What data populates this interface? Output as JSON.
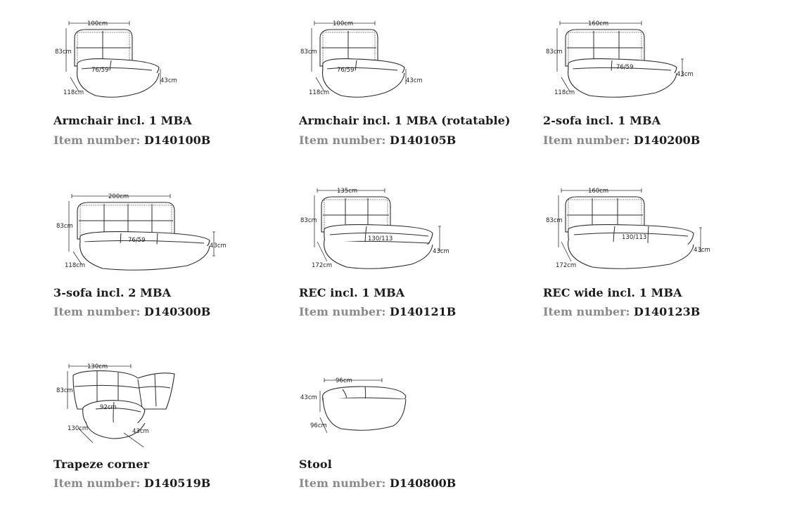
{
  "products": [
    {
      "id": "armchair",
      "title": "Armchair incl. 1 MBA",
      "item_label": "Item number:",
      "item_number": "D140100B",
      "dims": {
        "width": "100cm",
        "height": "83cm",
        "depth": "118cm",
        "seat_height": "43cm",
        "seat_depth": "76/59"
      }
    },
    {
      "id": "armchair-rotatable",
      "title": "Armchair incl. 1 MBA (rotatable)",
      "item_label": "Item number:",
      "item_number": "D140105B",
      "dims": {
        "width": "100cm",
        "height": "83cm",
        "depth": "118cm",
        "seat_height": "43cm",
        "seat_depth": "76/59"
      }
    },
    {
      "id": "sofa-2",
      "title": "2-sofa incl. 1 MBA",
      "item_label": "Item number:",
      "item_number": "D140200B",
      "dims": {
        "width": "160cm",
        "height": "83cm",
        "depth": "118cm",
        "seat_height": "43cm",
        "seat_depth": "76/59"
      }
    },
    {
      "id": "sofa-3",
      "title": "3-sofa incl. 2 MBA",
      "item_label": "Item number:",
      "item_number": "D140300B",
      "dims": {
        "width": "200cm",
        "height": "83cm",
        "depth": "118cm",
        "seat_height": "43cm",
        "seat_depth": "76/59"
      }
    },
    {
      "id": "rec",
      "title": "REC incl. 1 MBA",
      "item_label": "Item number:",
      "item_number": "D140121B",
      "dims": {
        "width": "135cm",
        "height": "83cm",
        "depth": "172cm",
        "seat_height": "43cm",
        "seat_depth": "130/113"
      }
    },
    {
      "id": "rec-wide",
      "title": "REC wide incl. 1 MBA",
      "item_label": "Item number:",
      "item_number": "D140123B",
      "dims": {
        "width": "160cm",
        "height": "83cm",
        "depth": "172cm",
        "seat_height": "43cm",
        "seat_depth": "130/113"
      }
    },
    {
      "id": "trapeze-corner",
      "title": "Trapeze corner",
      "item_label": "Item number:",
      "item_number": "D140519B",
      "dims": {
        "width": "130cm",
        "height": "83cm",
        "depth": "130cm",
        "seat_height": "43cm",
        "seat_depth": "92cm"
      }
    },
    {
      "id": "stool",
      "title": "Stool",
      "item_label": "Item number:",
      "item_number": "D140800B",
      "dims": {
        "width": "96cm",
        "height": "43cm",
        "depth": "96cm"
      }
    }
  ]
}
